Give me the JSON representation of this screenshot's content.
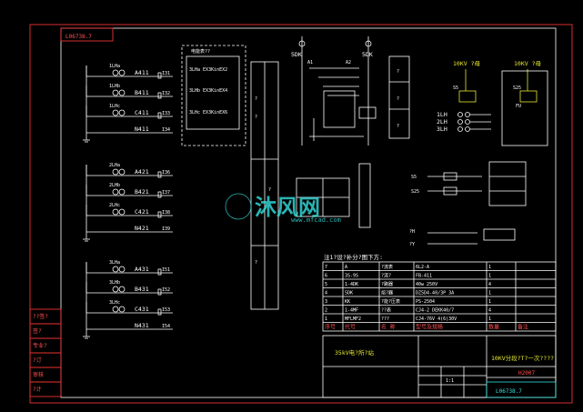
{
  "drawing_number": "L06738.7",
  "top_tag": "L06738.7",
  "watermark": {
    "cn": "沐风网",
    "url": "www.mfcad.com"
  },
  "ct_groups": [
    {
      "ct": "1LH",
      "rows": [
        {
          "phase": "a",
          "ct": "1LHa",
          "label": "A411",
          "terminal": "I31"
        },
        {
          "phase": "b",
          "ct": "1LHb",
          "label": "B411",
          "terminal": "I32"
        },
        {
          "phase": "c",
          "ct": "1LHc",
          "label": "C411",
          "terminal": "I33"
        }
      ],
      "neutral": "N411",
      "neutral_terminal": "I34"
    },
    {
      "ct": "2LH",
      "rows": [
        {
          "phase": "a",
          "ct": "2LHa",
          "label": "A421",
          "terminal": "I36"
        },
        {
          "phase": "b",
          "ct": "2LHb",
          "label": "B421",
          "terminal": "I37"
        },
        {
          "phase": "c",
          "ct": "2LHc",
          "label": "C421",
          "terminal": "I38"
        }
      ],
      "neutral": "N421",
      "neutral_terminal": "I39"
    },
    {
      "ct": "3LH",
      "rows": [
        {
          "phase": "a",
          "ct": "3LHa",
          "label": "A431",
          "terminal": "I51"
        },
        {
          "phase": "b",
          "ct": "3LHb",
          "label": "B431",
          "terminal": "I52"
        },
        {
          "phase": "c",
          "ct": "3LHc",
          "label": "C431",
          "terminal": "I53"
        }
      ],
      "neutral": "N431",
      "neutral_terminal": "I54"
    }
  ],
  "meter_box": {
    "title": "电能表??",
    "coils": [
      "3LHa EX3KinEX2",
      "3LHb EX3KinEX4",
      "3LHc EX3KinEX6"
    ]
  },
  "labels": {
    "k1": "5DK",
    "k2": "5DK",
    "a1": "A1",
    "a2": "A2",
    "v1": "10KV ?母",
    "v2": "10KV ?母",
    "ct_a": "1LH",
    "ct_b": "2LH",
    "ct_c": "3LH",
    "fu": "FU",
    "s1": "S5",
    "s2": "S25",
    "s3": "S5",
    "s4": "S25",
    "p1": "?H",
    "p2": "?Y"
  },
  "note": "注1?设?补分?图下方:",
  "bom": {
    "columns": [
      "序号",
      "代号",
      "名 称",
      "型号及规格",
      "数量",
      "备注"
    ],
    "rows": [
      [
        "7",
        "A",
        "?流表",
        "6L2-A",
        "1",
        ""
      ],
      [
        "6",
        "3S-9S",
        "?流?",
        "FB-411",
        "1",
        ""
      ],
      [
        "5",
        "1-4DK",
        "?路器",
        "40w 250V",
        "4",
        ""
      ],
      [
        "4",
        "5DK",
        "熔?器",
        "DZ5D4-40/3P 3A",
        "1",
        ""
      ],
      [
        "3",
        "KK",
        "?能?压表",
        "PS-2504",
        "1",
        ""
      ],
      [
        "2",
        "1-4MF",
        "??表",
        "CJ4-2 DEKK40/7",
        "4",
        ""
      ],
      [
        "1",
        "MFLMF2",
        "???",
        "CJ4-76V 4(6)30V",
        "1",
        ""
      ]
    ]
  },
  "title_block": {
    "project": "35kV电?所?站",
    "title": "10KV分段?T?一次????",
    "scale": "1:1",
    "sheet": "H2007",
    "number": "L06738.7"
  },
  "left_stamp": [
    "??签?",
    "签?",
    "专业?",
    "?订",
    "审核",
    "?计"
  ]
}
